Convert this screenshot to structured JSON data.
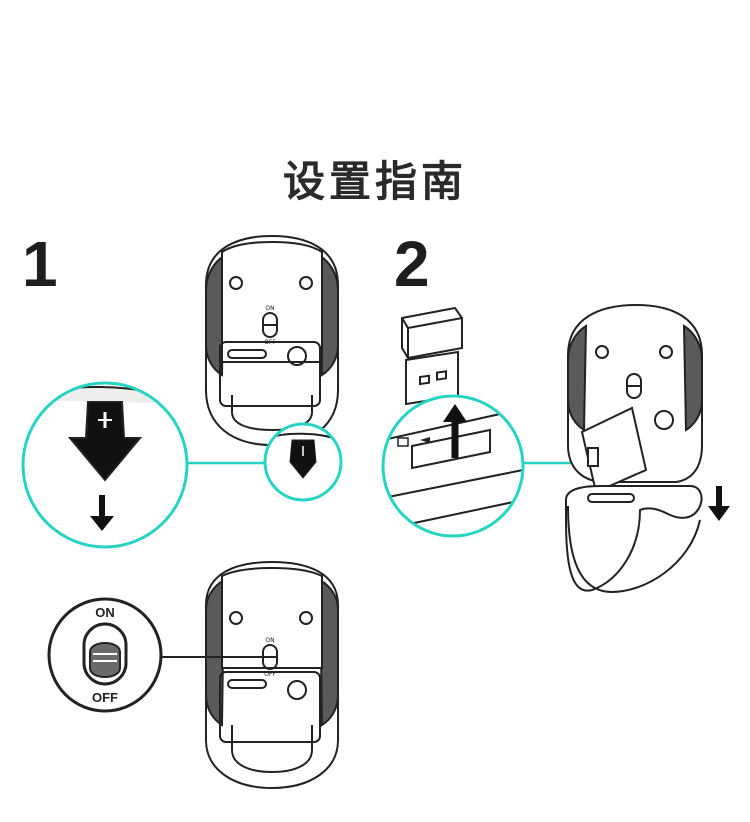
{
  "title": "设置指南",
  "steps": [
    {
      "number": "1"
    },
    {
      "number": "2"
    }
  ],
  "switch_labels": {
    "on": "ON",
    "off": "OFF"
  },
  "mouse_switch_labels": {
    "on": "ON",
    "off": "OFF"
  },
  "colors": {
    "callout": "#27d3c3",
    "line": "#222222",
    "grip": "#555555"
  }
}
